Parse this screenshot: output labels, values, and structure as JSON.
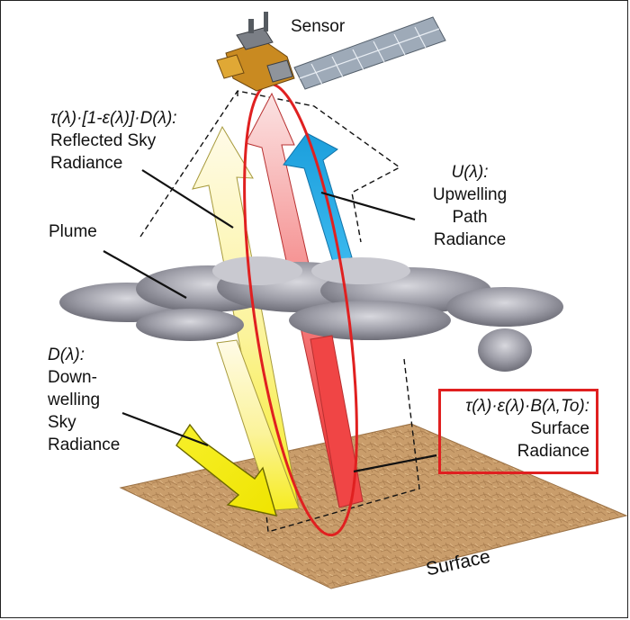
{
  "labels": {
    "sensor": "Sensor",
    "reflected": {
      "formula": "τ(λ)·[1-ε(λ)]·D(λ):",
      "line2": "Reflected Sky",
      "line3": "Radiance"
    },
    "upwelling": {
      "formula": "U(λ):",
      "line2": "Upwelling",
      "line3": "Path",
      "line4": "Radiance"
    },
    "plume": "Plume",
    "downwelling": {
      "formula": "D(λ):",
      "line2": "Down-",
      "line3": "welling",
      "line4": "Sky",
      "line5": "Radiance"
    },
    "surface_radiance": {
      "formula": "τ(λ)·ε(λ)·B(λ,To):",
      "line2": "Surface",
      "line3": "Radiance"
    },
    "surface": "Surface"
  },
  "colors": {
    "reflected_arrow": "#fff7c8",
    "surface_arrow": "#ef2a2a",
    "upwelling_arrow": "#29aee6",
    "downwelling_arrow": "#f4ec10",
    "highlight": "#e02020",
    "surface_ground": "#c79b6a",
    "plume": "#8c8c96"
  }
}
